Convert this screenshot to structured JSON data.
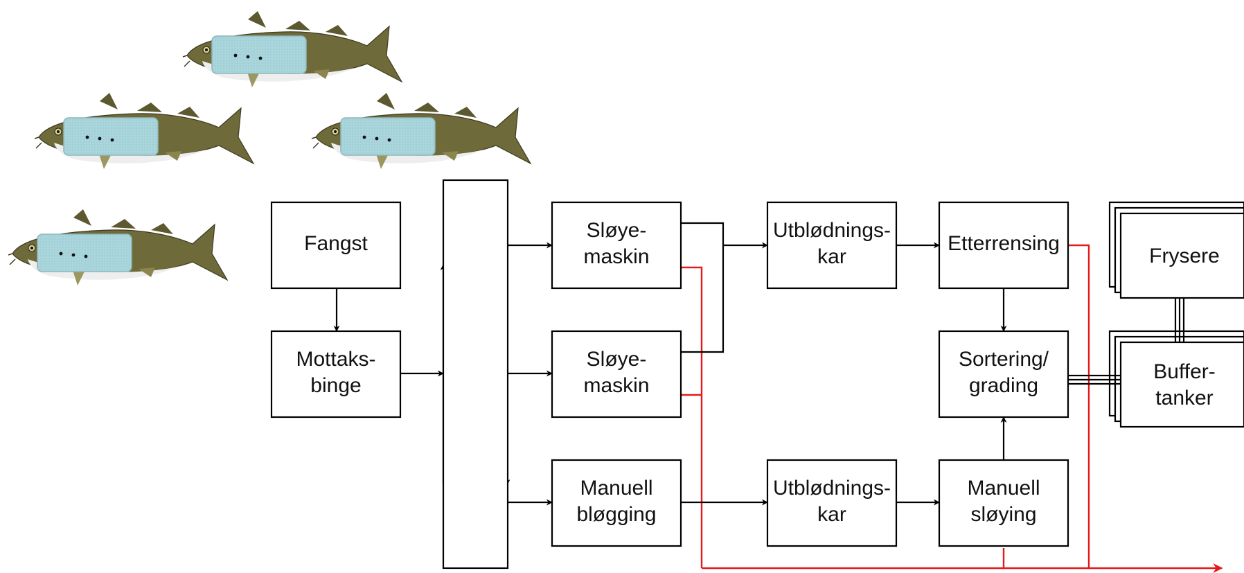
{
  "colors": {
    "line": "#000000",
    "waste_line": "#e41a1c",
    "fish_back": "#6e6a3a",
    "fish_belly": "#eeeeee",
    "fish_overlay": "#a9d6dc"
  },
  "icons": [
    "fish-image",
    "fish-image",
    "fish-image",
    "fish-image"
  ],
  "nodes": {
    "fangst": "Fangst",
    "mottaksbinge": {
      "line1": "Mottaks-",
      "line2": "binge"
    },
    "sloyemaskin_1": {
      "line1": "Sløye-",
      "line2": "maskin"
    },
    "sloyemaskin_2": {
      "line1": "Sløye-",
      "line2": "maskin"
    },
    "manuell_blogging": {
      "line1": "Manuell",
      "line2": "bløgging"
    },
    "utblodningskar_1": {
      "line1": "Utblødnings-",
      "line2": "kar"
    },
    "utblodningskar_2": {
      "line1": "Utblødnings-",
      "line2": "kar"
    },
    "etterrensing": "Etterrensing",
    "sortering": {
      "line1": "Sortering/",
      "line2": "grading"
    },
    "manuell_sloying": {
      "line1": "Manuell",
      "line2": "sløying"
    },
    "frysere": "Frysere",
    "buffertanker": {
      "line1": "Buffer-",
      "line2": "tanker"
    }
  }
}
